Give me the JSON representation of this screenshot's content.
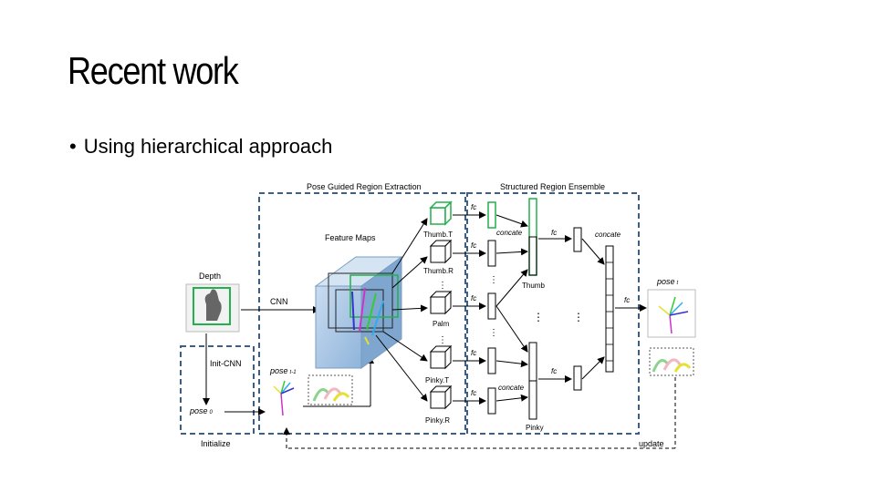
{
  "slide": {
    "title": "Recent work",
    "bullet": "Using hierarchical approach"
  },
  "diagram": {
    "sections": {
      "pose_guided": "Pose Guided Region Extraction",
      "structured_ensemble": "Structured Region Ensemble"
    },
    "labels": {
      "feature_maps": "Feature Maps",
      "depth": "Depth",
      "cnn": "CNN",
      "init_cnn": "Init-CNN",
      "initialize": "Initialize",
      "update": "update",
      "thumb_t": "Thumb.T",
      "thumb_r": "Thumb.R",
      "palm": "Palm",
      "pinky_t": "Pinky.T",
      "pinky_r": "Pinky.R",
      "thumb": "Thumb",
      "pinky": "Pinky",
      "fc": "fc",
      "concate": "concate",
      "pose_t_base": "pose",
      "pose_t_sub": "t",
      "pose_t1_base": "pose",
      "pose_t1_sub": "t-1",
      "pose_0_base": "pose",
      "pose_0_sub": "0"
    },
    "colors": {
      "dashed_box": "#3a5f8a",
      "highlight": "#22b14c",
      "feature_block": "#a9c8e8"
    }
  }
}
